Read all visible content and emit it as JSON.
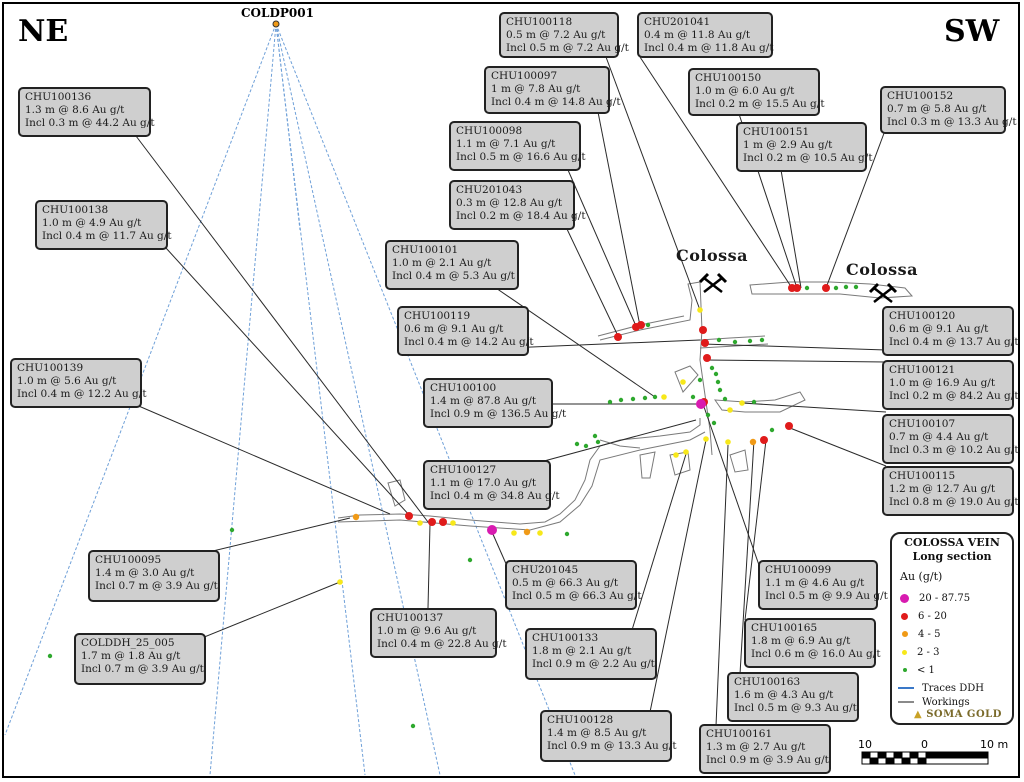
{
  "orientation": {
    "left": "NE",
    "right": "SW"
  },
  "collar": {
    "name": "COLDP001"
  },
  "places": [
    {
      "name": "Colossa"
    },
    {
      "name": "Colossa"
    }
  ],
  "callouts": [
    {
      "id": "CHU100118",
      "line1": "0.5 m @ 7.2 Au g/t",
      "line2": "Incl 0.5 m @ 7.2 Au g/t"
    },
    {
      "id": "CHU201041",
      "line1": "0.4 m @ 11.8 Au g/t",
      "line2": "Incl 0.4 m @ 11.8 Au g/t"
    },
    {
      "id": "CHU100097",
      "line1": "1 m @ 7.8 Au g/t",
      "line2": "Incl 0.4 m @ 14.8 Au g/t"
    },
    {
      "id": "CHU100150",
      "line1": "1.0 m @ 6.0 Au g/t",
      "line2": "Incl 0.2 m @ 15.5 Au g/t"
    },
    {
      "id": "CHU100152",
      "line1": "0.7 m @ 5.8 Au g/t",
      "line2": "Incl 0.3 m @ 13.3 Au g/t"
    },
    {
      "id": "CHU100136",
      "line1": "1.3 m @ 8.6 Au g/t",
      "line2": "Incl 0.3 m @ 44.2 Au g/t"
    },
    {
      "id": "CHU100098",
      "line1": "1.1 m @ 7.1 Au g/t",
      "line2": "Incl 0.5 m @ 16.6 Au g/t"
    },
    {
      "id": "CHU100151",
      "line1": "1 m @ 2.9 Au g/t",
      "line2": "Incl 0.2 m @ 10.5 Au g/t"
    },
    {
      "id": "CHU201043",
      "line1": "0.3 m @ 12.8 Au g/t",
      "line2": "Incl 0.2 m @ 18.4 Au g/t"
    },
    {
      "id": "CHU100138",
      "line1": "1.0 m @ 4.9 Au g/t",
      "line2": "Incl 0.4 m @ 11.7 Au g/t"
    },
    {
      "id": "CHU100101",
      "line1": "1.0 m @ 2.1 Au g/t",
      "line2": "Incl 0.4 m @ 5.3 Au g/t"
    },
    {
      "id": "CHU100119",
      "line1": "0.6 m @ 9.1 Au g/t",
      "line2": "Incl 0.4 m @ 14.2 Au g/t"
    },
    {
      "id": "CHU100120",
      "line1": "0.6 m @ 9.1 Au g/t",
      "line2": "Incl 0.4 m @ 13.7 Au g/t"
    },
    {
      "id": "CHU100139",
      "line1": "1.0 m @ 5.6 Au g/t",
      "line2": "Incl 0.4 m @ 12.2 Au g/t"
    },
    {
      "id": "CHU100121",
      "line1": "1.0 m @ 16.9 Au g/t",
      "line2": "Incl 0.2 m @ 84.2 Au g/t"
    },
    {
      "id": "CHU100100",
      "line1": "1.4 m @ 87.8 Au g/t",
      "line2": "Incl 0.9 m @ 136.5 Au g/t"
    },
    {
      "id": "CHU100107",
      "line1": "0.7 m @ 4.4 Au g/t",
      "line2": "Incl 0.3 m @ 10.2 Au g/t"
    },
    {
      "id": "CHU100127",
      "line1": "1.1 m @ 17.0 Au g/t",
      "line2": "Incl 0.4 m @ 34.8 Au g/t"
    },
    {
      "id": "CHU100115",
      "line1": "1.2 m @ 12.7 Au g/t",
      "line2": "Incl 0.8 m @ 19.0 Au g/t"
    },
    {
      "id": "CHU100095",
      "line1": "1.4 m @ 3.0 Au g/t",
      "line2": "Incl 0.7 m @ 3.9 Au g/t"
    },
    {
      "id": "CHU201045",
      "line1": "0.5 m @ 66.3 Au g/t",
      "line2": "Incl 0.5 m @ 66.3 Au g/t"
    },
    {
      "id": "CHU100099",
      "line1": "1.1 m @ 4.6 Au g/t",
      "line2": "Incl 0.5 m @ 9.9 Au g/t"
    },
    {
      "id": "CHU100137",
      "line1": "1.0 m @ 9.6 Au g/t",
      "line2": "Incl 0.4 m @ 22.8 Au g/t"
    },
    {
      "id": "COLDDH_25_005",
      "line1": "1.7 m @ 1.8 Au g/t",
      "line2": "Incl 0.7 m @ 3.9 Au g/t"
    },
    {
      "id": "CHU100133",
      "line1": "1.8 m @ 2.1 Au g/t",
      "line2": "Incl 0.9 m @ 2.2 Au g/t"
    },
    {
      "id": "CHU100165",
      "line1": "1.8 m @ 6.9 Au g/t",
      "line2": "Incl 0.6 m @ 16.0 Au g/t"
    },
    {
      "id": "CHU100163",
      "line1": "1.6 m @ 4.3 Au g/t",
      "line2": "Incl 0.5 m @ 9.3 Au g/t"
    },
    {
      "id": "CHU100128",
      "line1": "1.4 m @ 8.5 Au g/t",
      "line2": "Incl 0.9 m @ 13.3 Au g/t"
    },
    {
      "id": "CHU100161",
      "line1": "1.3 m @ 2.7 Au g/t",
      "line2": "Incl 0.9 m @ 3.9 Au g/t"
    }
  ],
  "legend": {
    "title": "COLOSSA VEIN",
    "subtitle": "Long section",
    "unit": "Au (g/t)",
    "classes": [
      {
        "label": "20 - 87.75",
        "color": "#d81bb0"
      },
      {
        "label": "6 - 20",
        "color": "#e01b1b"
      },
      {
        "label": "4 - 5",
        "color": "#f09a17"
      },
      {
        "label": "2 - 3",
        "color": "#f7e81a"
      },
      {
        "label": "< 1",
        "color": "#2ea82e"
      }
    ],
    "lines": [
      {
        "label": "Traces DDH",
        "color": "#3a78c8"
      },
      {
        "label": "Workings",
        "color": "#8a8a8a"
      }
    ],
    "brand": "SOMA GOLD"
  },
  "scale_bar": {
    "left": "10",
    "middle": "0",
    "right": "10 m"
  }
}
